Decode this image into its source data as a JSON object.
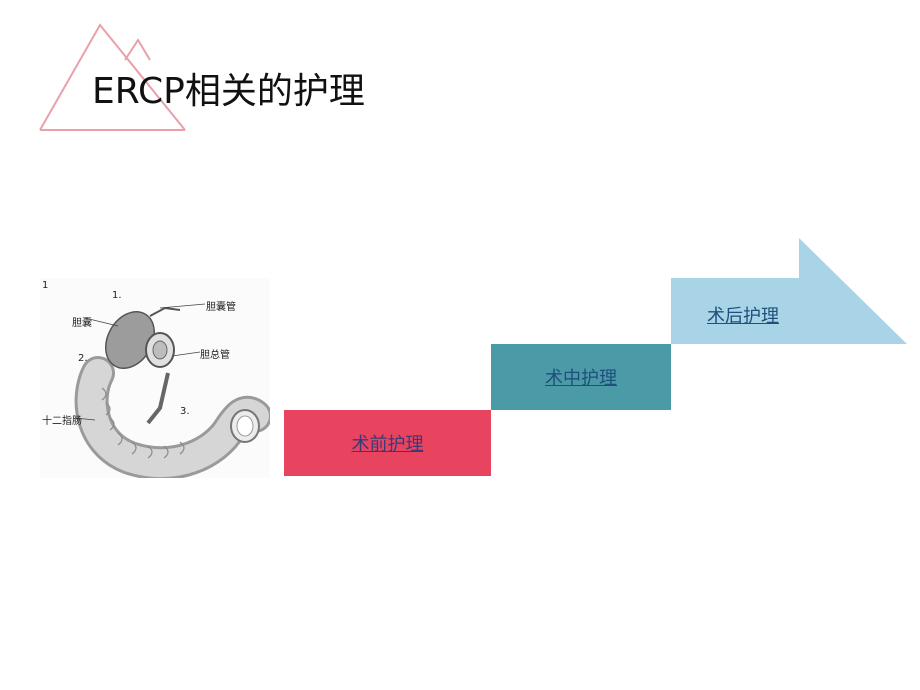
{
  "slide": {
    "title": "ERCP相关的护理",
    "colors": {
      "accent_red": "#e8445f",
      "accent_teal": "#4a9aa8",
      "accent_light_blue": "#a9d4e8"
    }
  },
  "illustration": {
    "figure_number": "1",
    "labels": {
      "n1": "1.",
      "n2": "2.",
      "n3": "3.",
      "gallbladder": "胆囊",
      "cystic_duct": "胆囊管",
      "common_bile_duct": "胆总管",
      "duodenum": "十二指肠"
    }
  },
  "steps": [
    {
      "label": "术前护理"
    },
    {
      "label": "术中护理"
    },
    {
      "label": "术后护理"
    }
  ]
}
